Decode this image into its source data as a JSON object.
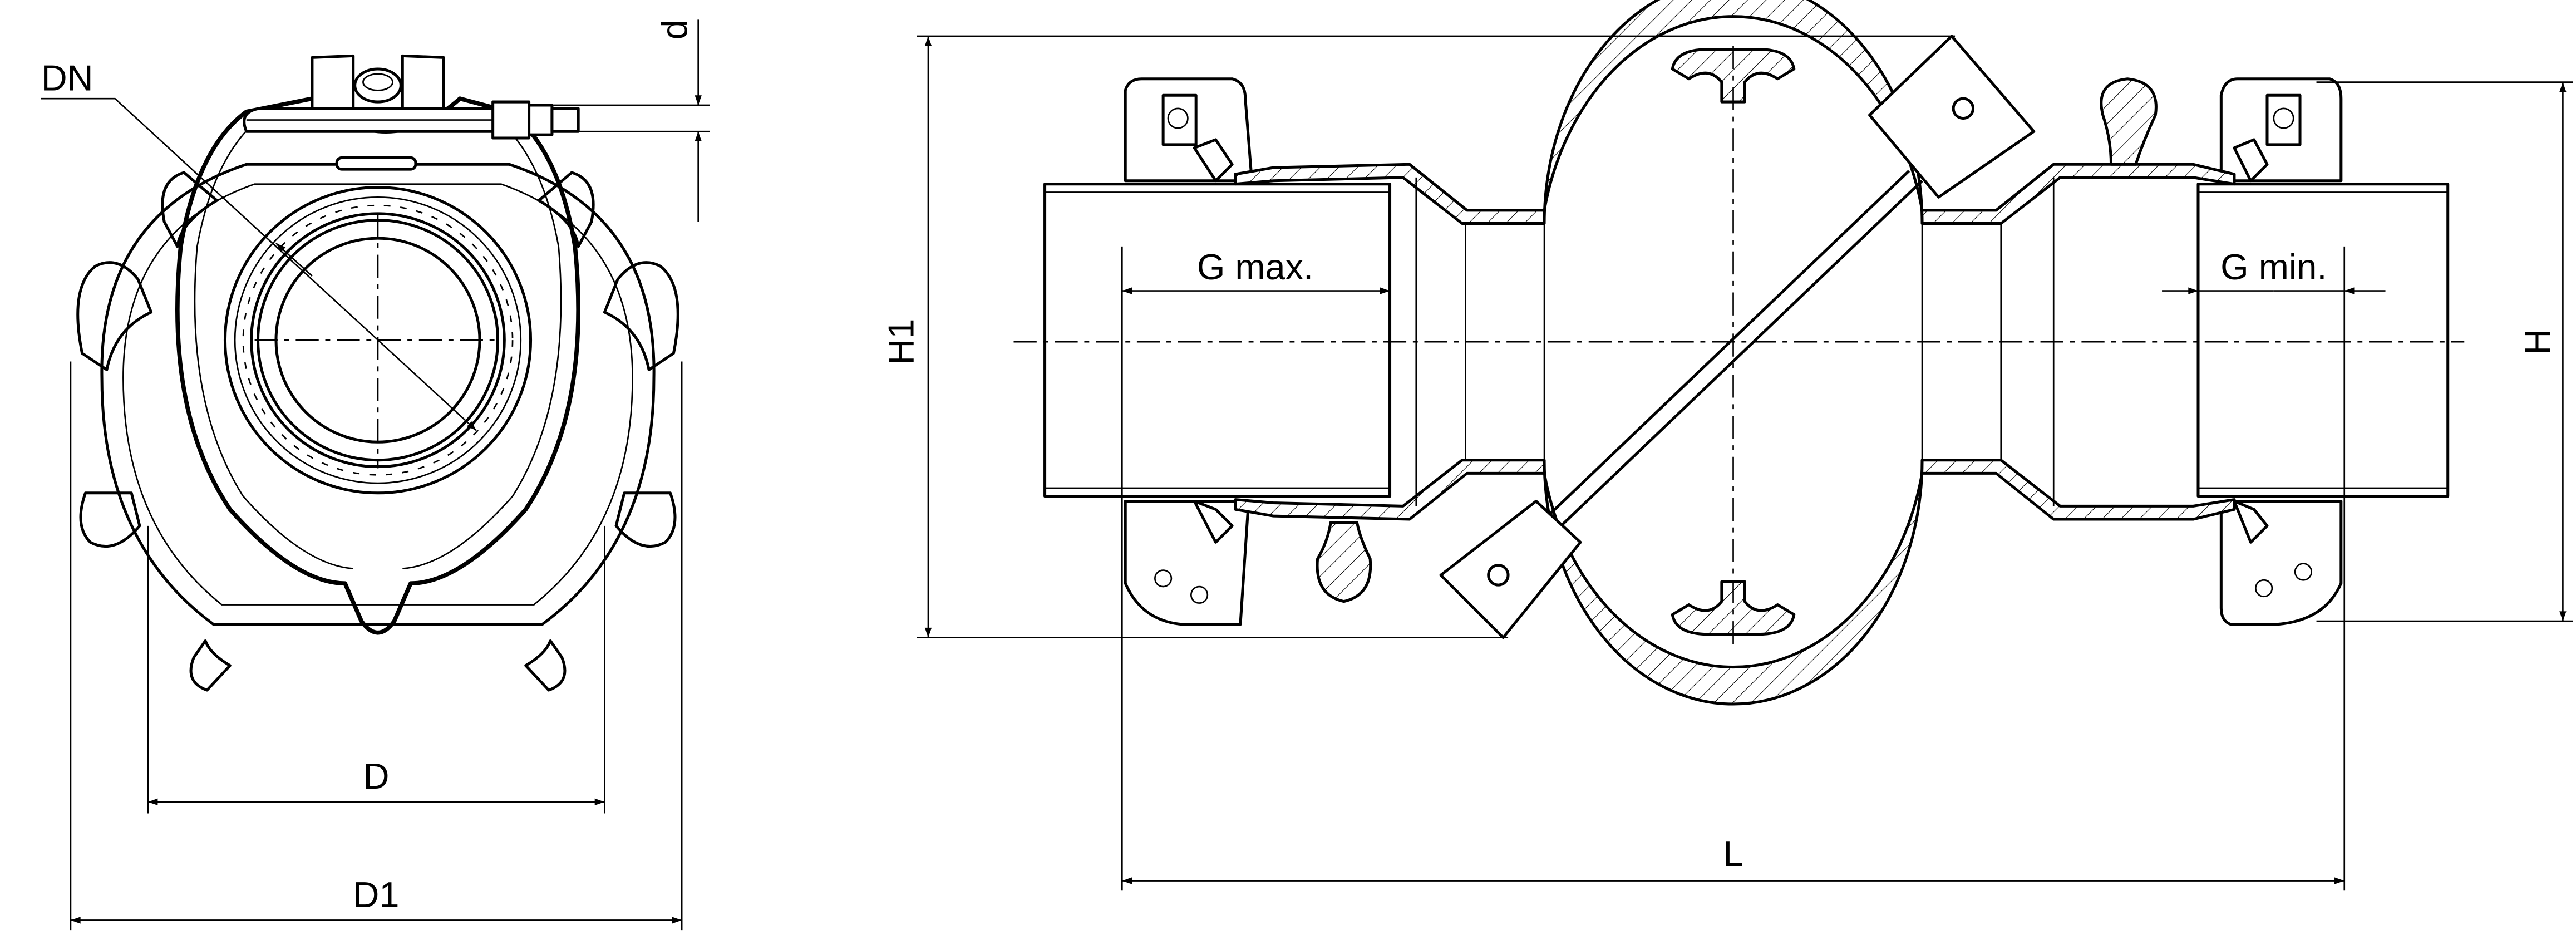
{
  "diagram": {
    "end_view": {
      "labels": {
        "nominal_diameter": "DN",
        "thread_diameter": "d",
        "outer_diameter": "D",
        "overall_diameter": "D1"
      }
    },
    "side_view": {
      "labels": {
        "overall_height": "H1",
        "height": "H",
        "length": "L",
        "gap_max": "G max.",
        "gap_min": "G min."
      }
    },
    "colors": {
      "line": "#000000",
      "background": "#ffffff"
    }
  }
}
